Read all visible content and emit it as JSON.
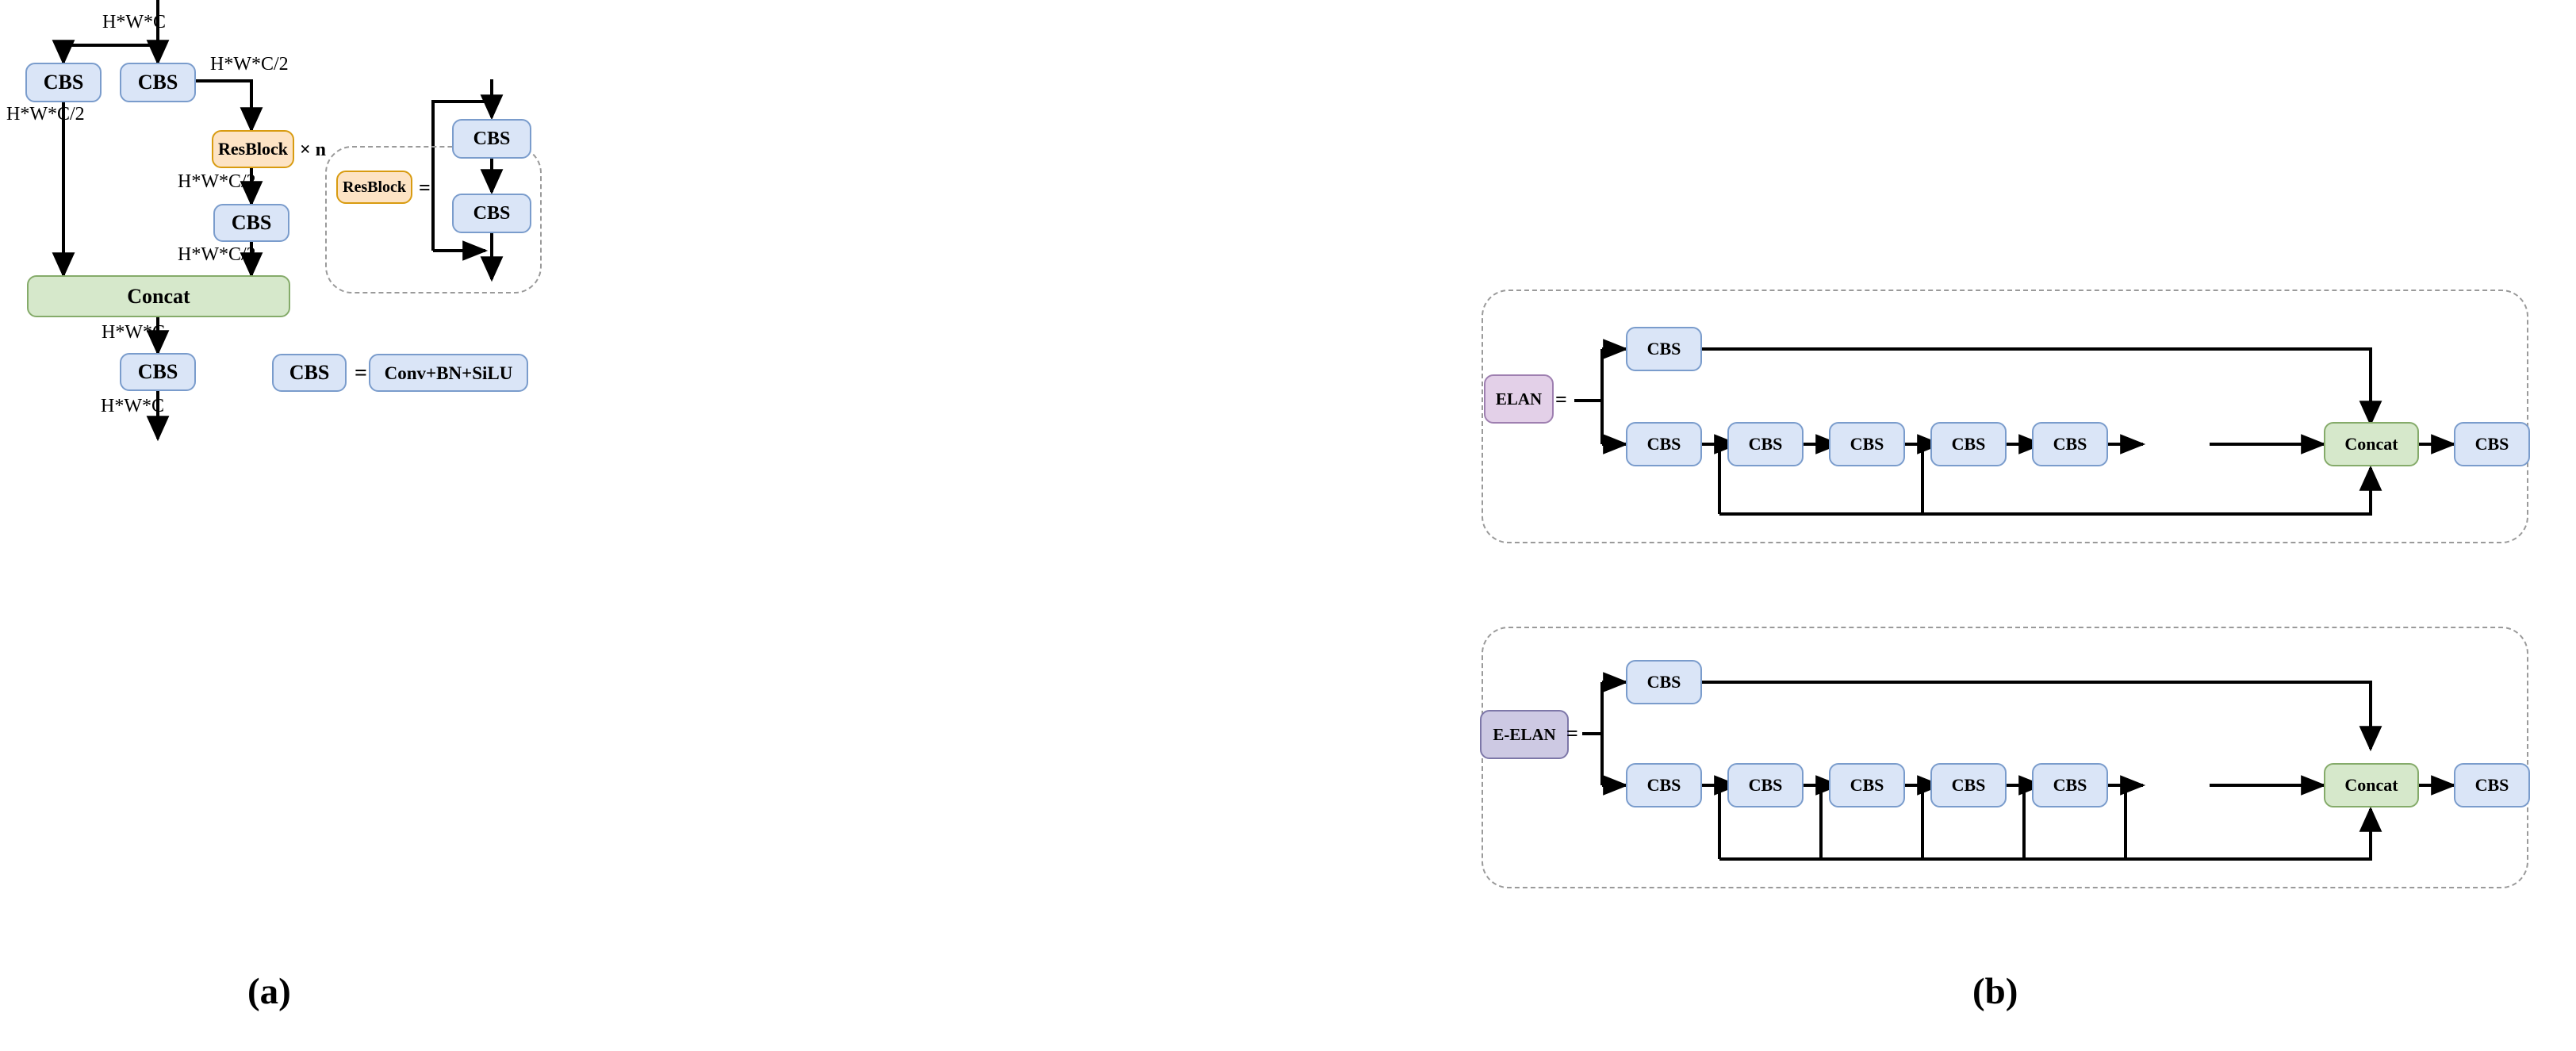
{
  "figure": {
    "captions": [
      {
        "id": "caption-a",
        "text": "(a)"
      },
      {
        "id": "caption-b",
        "text": "(b)"
      }
    ]
  },
  "panel_a": {
    "name": "CSP-style block diagram",
    "blocks": [
      {
        "id": "a-cbs-left",
        "label": "CBS",
        "kind": "cbs"
      },
      {
        "id": "a-cbs-right",
        "label": "CBS",
        "kind": "cbs"
      },
      {
        "id": "a-resblock",
        "label": "ResBlock",
        "kind": "res"
      },
      {
        "id": "a-cbs-mid",
        "label": "CBS",
        "kind": "cbs"
      },
      {
        "id": "a-concat",
        "label": "Concat",
        "kind": "concat"
      },
      {
        "id": "a-cbs-out",
        "label": "CBS",
        "kind": "cbs"
      }
    ],
    "repeat_label": "× n",
    "edge_labels": [
      {
        "id": "lbl-in",
        "text": "H*W*C"
      },
      {
        "id": "lbl-right-top",
        "text": "H*W*C/2"
      },
      {
        "id": "lbl-left-down",
        "text": "H*W*C/2"
      },
      {
        "id": "lbl-res-out",
        "text": "H*W*C/2"
      },
      {
        "id": "lbl-cbsmid-out",
        "text": "H*W*C/2"
      },
      {
        "id": "lbl-concat-out",
        "text": "H*W*C"
      },
      {
        "id": "lbl-final-out",
        "text": "H*W*C"
      }
    ],
    "resblock_detail": {
      "source_label": "ResBlock",
      "equals": "=",
      "inner_blocks": [
        {
          "id": "rb-cbs-1",
          "label": "CBS",
          "kind": "cbs"
        },
        {
          "id": "rb-cbs-2",
          "label": "CBS",
          "kind": "cbs"
        }
      ]
    },
    "legend": {
      "left_label": "CBS",
      "equals": "=",
      "right_label": "Conv+BN+SiLU"
    }
  },
  "panel_b": {
    "name": "ELAN and E-ELAN module diagrams",
    "rows": [
      {
        "id": "elan-row",
        "tag_label": "ELAN",
        "tag_kind": "elan",
        "equals": "=",
        "top_branch": [
          {
            "id": "elan-top-cbs",
            "label": "CBS",
            "kind": "cbs"
          }
        ],
        "bottom_branch": [
          {
            "id": "elan-b-cbs-1",
            "label": "CBS",
            "kind": "cbs"
          },
          {
            "id": "elan-b-cbs-2",
            "label": "CBS",
            "kind": "cbs"
          },
          {
            "id": "elan-b-cbs-3",
            "label": "CBS",
            "kind": "cbs"
          },
          {
            "id": "elan-b-cbs-4",
            "label": "CBS",
            "kind": "cbs"
          },
          {
            "id": "elan-b-cbs-5",
            "label": "CBS",
            "kind": "cbs"
          }
        ],
        "concat": {
          "id": "elan-concat",
          "label": "Concat",
          "kind": "concat"
        },
        "output": {
          "id": "elan-out-cbs",
          "label": "CBS",
          "kind": "cbs"
        },
        "skip_taps": 2
      },
      {
        "id": "eelan-row",
        "tag_label": "E-ELAN",
        "tag_kind": "eelan",
        "equals": "=",
        "top_branch": [
          {
            "id": "eelan-top-cbs",
            "label": "CBS",
            "kind": "cbs"
          }
        ],
        "bottom_branch": [
          {
            "id": "eelan-b-cbs-1",
            "label": "CBS",
            "kind": "cbs"
          },
          {
            "id": "eelan-b-cbs-2",
            "label": "CBS",
            "kind": "cbs"
          },
          {
            "id": "eelan-b-cbs-3",
            "label": "CBS",
            "kind": "cbs"
          },
          {
            "id": "eelan-b-cbs-4",
            "label": "CBS",
            "kind": "cbs"
          },
          {
            "id": "eelan-b-cbs-5",
            "label": "CBS",
            "kind": "cbs"
          }
        ],
        "concat": {
          "id": "eelan-concat",
          "label": "Concat",
          "kind": "concat"
        },
        "output": {
          "id": "eelan-out-cbs",
          "label": "CBS",
          "kind": "cbs"
        },
        "skip_taps": 4
      }
    ]
  },
  "colors": {
    "cbs_fill": "#dae5f7",
    "cbs_stroke": "#7a9ccc",
    "resblock_fill": "#fde3c4",
    "resblock_stroke": "#d89b10",
    "concat_fill": "#d6e8cb",
    "concat_stroke": "#85ab6a",
    "elan_fill": "#e3d0e8",
    "elan_stroke": "#9e7fb0",
    "eelan_fill": "#cdc9e3",
    "eelan_stroke": "#7d77a8",
    "arrow": "#000000",
    "dashed_border": "#9a9a9a",
    "background": "#ffffff"
  }
}
